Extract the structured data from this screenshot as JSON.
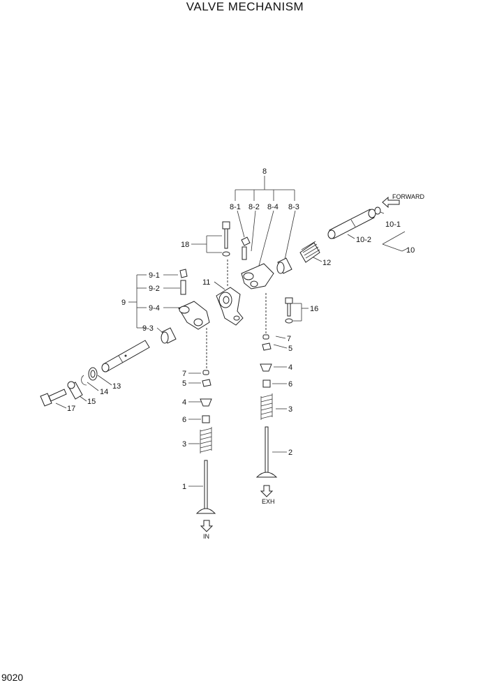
{
  "title": "VALVE MECHANISM",
  "page_number": "9020",
  "labels": {
    "l1": "1",
    "l2": "2",
    "l3a": "3",
    "l3b": "3",
    "l4a": "4",
    "l4b": "4",
    "l5a": "5",
    "l5b": "5",
    "l6a": "6",
    "l6b": "6",
    "l7a": "7",
    "l7b": "7",
    "l8": "8",
    "l8_1": "8-1",
    "l8_2": "8-2",
    "l8_4": "8-4",
    "l8_3": "8-3",
    "l9": "9",
    "l9_1": "9-1",
    "l9_2": "9-2",
    "l9_4": "9-4",
    "l9_3": "9-3",
    "l10": "10",
    "l10_1": "10-1",
    "l10_2": "10-2",
    "l11": "11",
    "l12": "12",
    "l13": "13",
    "l14": "14",
    "l15": "15",
    "l16": "16",
    "l17": "17",
    "l18": "18"
  },
  "direction": {
    "forward": "FORWARD",
    "intake": "IN",
    "exhaust": "EXH"
  }
}
